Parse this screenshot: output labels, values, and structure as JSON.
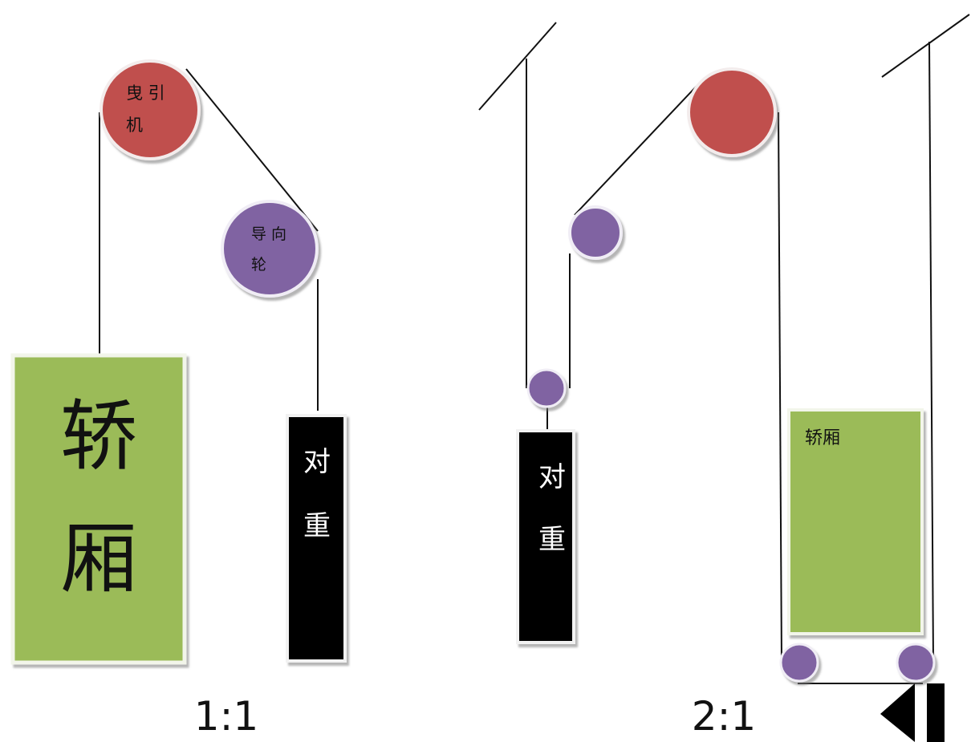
{
  "left_diagram": {
    "ratio_label": "1:1",
    "traction_machine_label_line1": "曳 引",
    "traction_machine_label_line2": "机",
    "deflector_label_line1": "导 向",
    "deflector_label_line2": "轮",
    "car_label_line1": "轿",
    "car_label_line2": "厢",
    "counterweight_label_line1": "对",
    "counterweight_label_line2": "重"
  },
  "right_diagram": {
    "ratio_label": "2:1",
    "counterweight_label_line1": "对",
    "counterweight_label_line2": "重",
    "car_label": "轿厢"
  },
  "colors": {
    "traction_red": "#c0504d",
    "pulley_purple": "#8064a2",
    "car_green": "#9bbb59",
    "counterweight_black": "#000000"
  },
  "icons": [
    "rewind-icon"
  ]
}
